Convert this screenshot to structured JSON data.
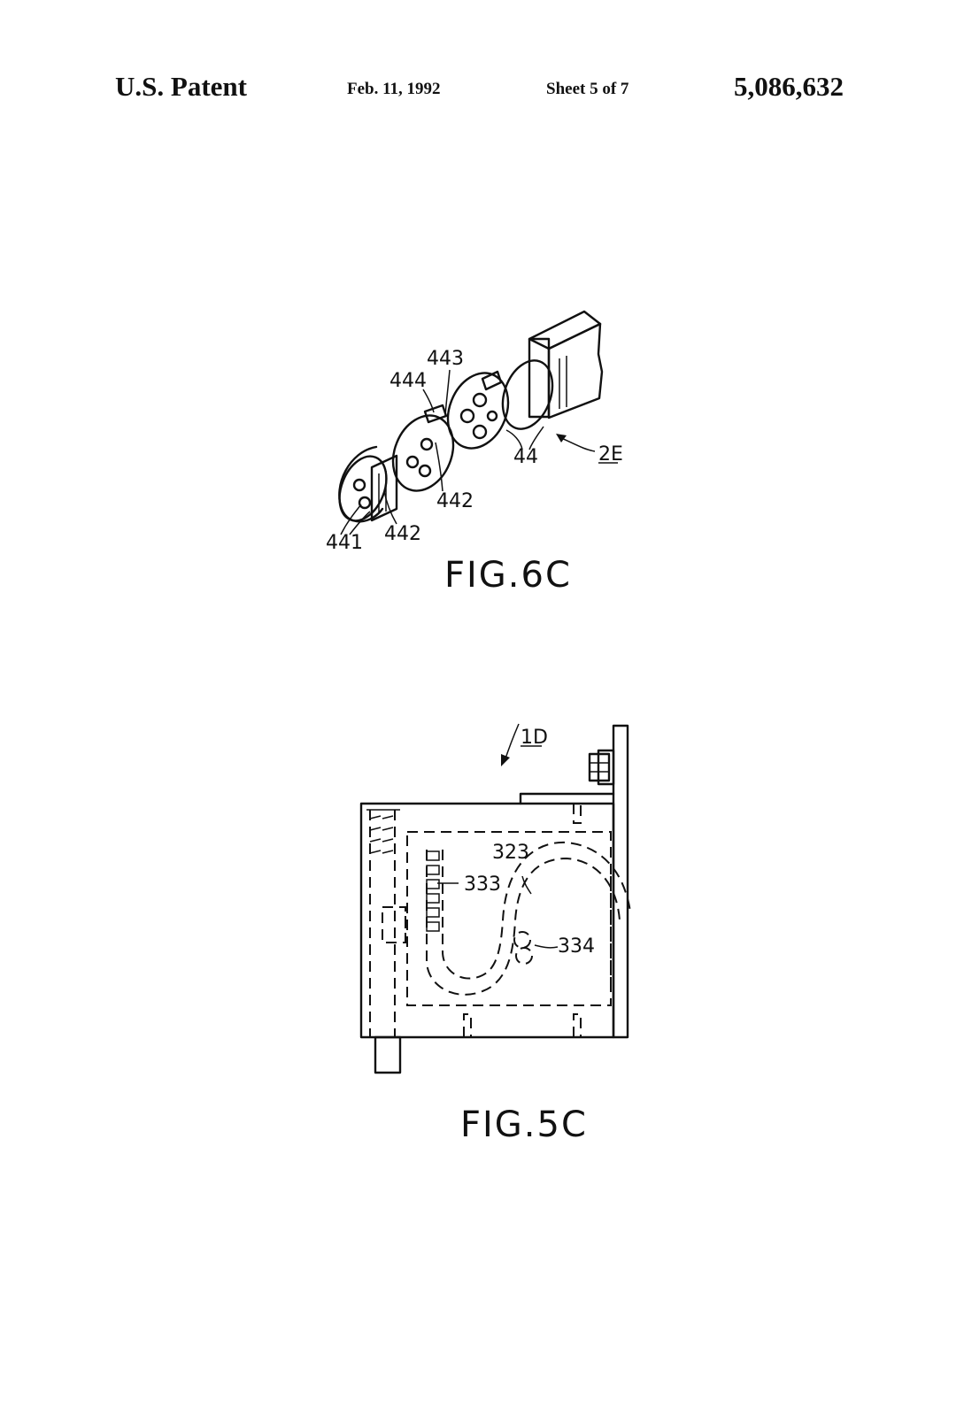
{
  "header": {
    "left": "U.S. Patent",
    "date": "Feb. 11, 1992",
    "sheet": "Sheet 5 of 7",
    "patent_number": "5,086,632"
  },
  "fig6c": {
    "caption": "FIG.6C",
    "labels": {
      "l443": "443",
      "l444": "444",
      "l44": "44",
      "l2e": "2E",
      "l442a": "442",
      "l441": "441",
      "l442b": "442"
    }
  },
  "fig5c": {
    "caption": "FIG.5C",
    "labels": {
      "l1d": "1D",
      "l323": "323",
      "l333": "333",
      "l334": "334"
    }
  }
}
